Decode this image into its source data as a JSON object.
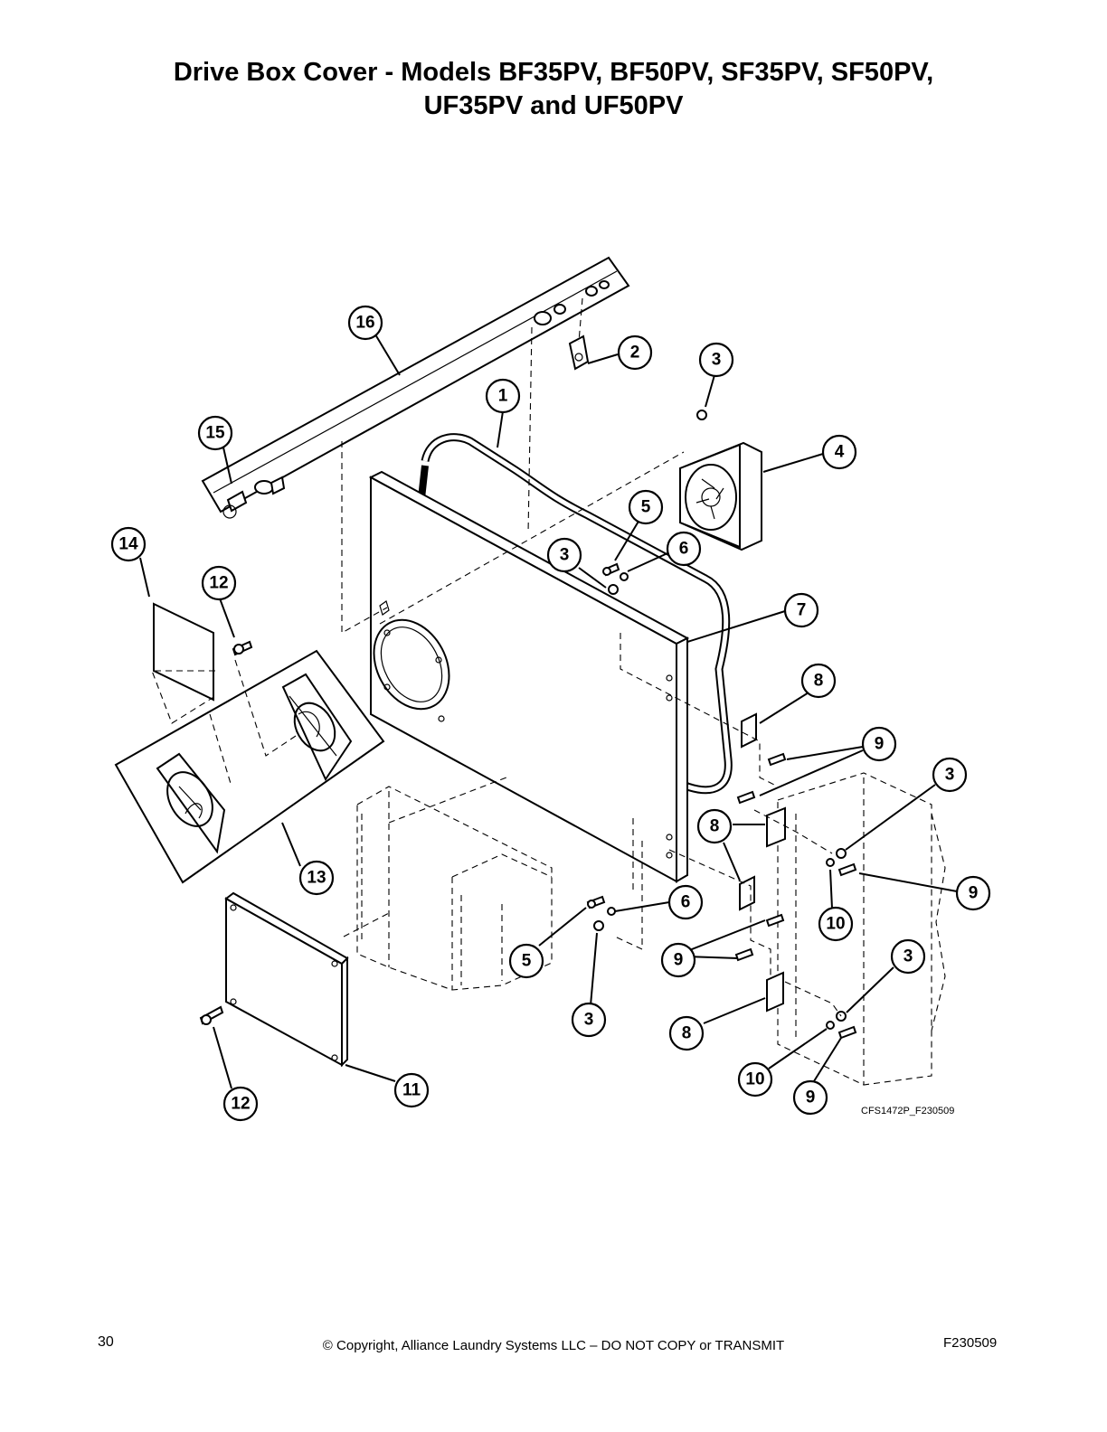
{
  "title": {
    "line1": "Drive Box Cover - Models BF35PV, BF50PV, SF35PV, SF50PV,",
    "line2": "UF35PV and UF50PV"
  },
  "figure_code": "CFS1472P_F230509",
  "callouts": [
    "16",
    "2",
    "3",
    "1",
    "15",
    "4",
    "5",
    "14",
    "3",
    "6",
    "12",
    "7",
    "8",
    "9",
    "3",
    "8",
    "9",
    "6",
    "10",
    "9",
    "3",
    "5",
    "3",
    "8",
    "10",
    "9",
    "13",
    "11",
    "12"
  ],
  "footer": {
    "page_number": "30",
    "copyright": "© Copyright, Alliance Laundry Systems LLC – DO NOT COPY or TRANSMIT",
    "doc_code": "F230509"
  }
}
